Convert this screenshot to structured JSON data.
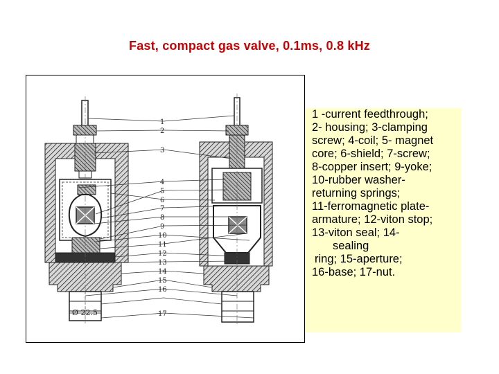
{
  "title": "Fast, compact gas valve, 0.1ms, 0.8 kHz",
  "figure": {
    "part_numbers": [
      "1",
      "2",
      "3",
      "4",
      "5",
      "6",
      "7",
      "8",
      "9",
      "10",
      "11",
      "12",
      "13",
      "14",
      "15",
      "16",
      "17"
    ],
    "dimension_label": "Ø 22.5"
  },
  "caption": {
    "lines": [
      "1 -current feedthrough;",
      "2- housing; 3-clamping",
      "screw; 4-coil; 5- magnet",
      "core; 6-shield; 7-screw;",
      "8-copper insert; 9-yoke;",
      "10-rubber washer-",
      "returning springs;",
      "11-ferromagnetic plate-",
      "armature; 12-viton stop;",
      "13-viton seal; 14-",
      "sealing",
      "ring; 15-aperture;",
      "16-base; 17-nut."
    ]
  },
  "colors": {
    "title": "#cc0000",
    "caption_background": "#ffffcc"
  }
}
